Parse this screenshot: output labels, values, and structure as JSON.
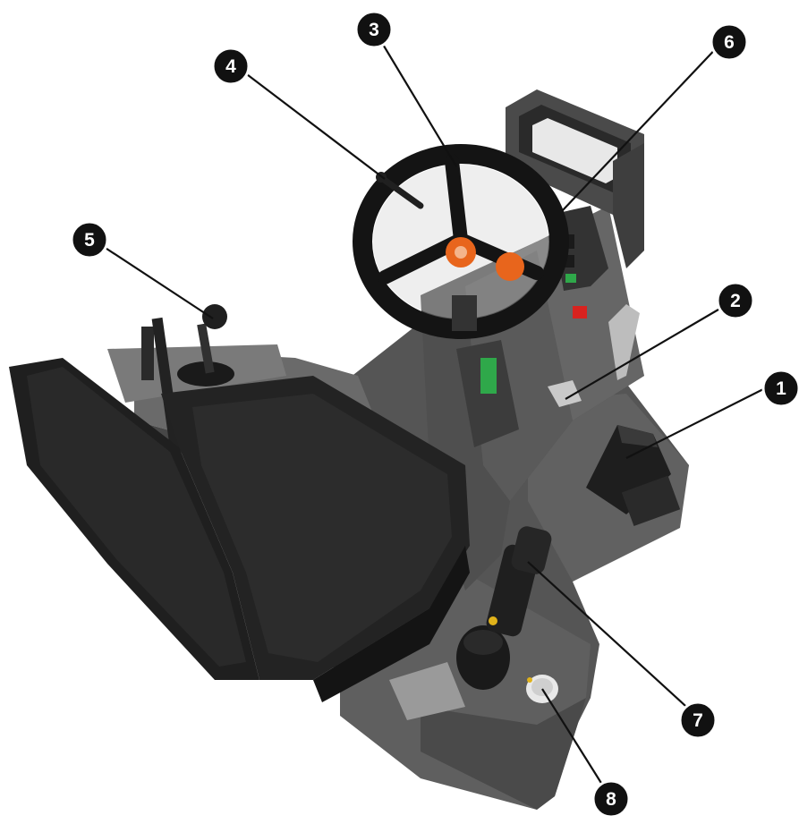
{
  "callouts": [
    {
      "id": "1",
      "label": "1"
    },
    {
      "id": "2",
      "label": "2"
    },
    {
      "id": "3",
      "label": "3"
    },
    {
      "id": "4",
      "label": "4"
    },
    {
      "id": "5",
      "label": "5"
    },
    {
      "id": "6",
      "label": "6"
    },
    {
      "id": "7",
      "label": "7"
    },
    {
      "id": "8",
      "label": "8"
    }
  ],
  "colors": {
    "body": "#5b5b5b",
    "body_dark": "#454545",
    "body_light": "#7a7a7a",
    "seat": "#202020",
    "seat_edge": "#0c0c0c",
    "accent_orange": "#e8651c",
    "accent_red": "#d8231f",
    "accent_green": "#2fa84a",
    "accent_yellow": "#e0b21a",
    "callout_fill": "#111111",
    "leader_line": "#111111"
  }
}
